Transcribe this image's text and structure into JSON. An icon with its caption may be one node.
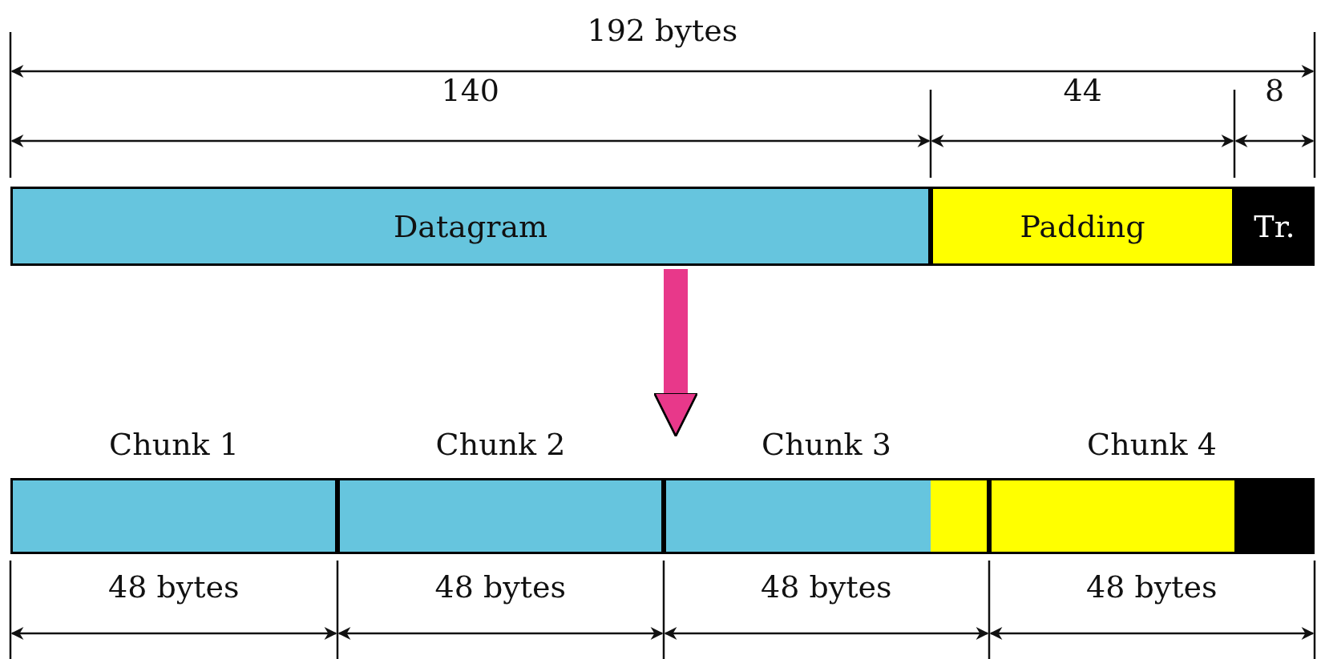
{
  "diagram": {
    "nodes": [
      {
        "text": [],
        "shape": "bar"
      },
      {
        "text": [
          "Datagram"
        ],
        "in": 0
      },
      {
        "text": [
          "Padding"
        ],
        "in": 0
      },
      {
        "text": [
          "Tr."
        ],
        "in": 0
      },
      {
        "text": [],
        "shape": "bar"
      },
      {
        "text": [
          "Chunk 1"
        ],
        "in": 4
      },
      {
        "text": [
          "Chunk 2"
        ],
        "in": 4
      },
      {
        "text": [
          "Chunk 3"
        ],
        "in": 4
      },
      {
        "text": [
          "Chunk 4"
        ],
        "in": 4
      }
    ],
    "edges": [
      {
        "from": 0,
        "to": 4,
        "arrow": "to",
        "color": "#e8388a"
      }
    ],
    "labels": [
      "192 bytes",
      "140",
      "44",
      "8",
      "48 bytes",
      "48 bytes",
      "48 bytes",
      "48 bytes"
    ]
  }
}
